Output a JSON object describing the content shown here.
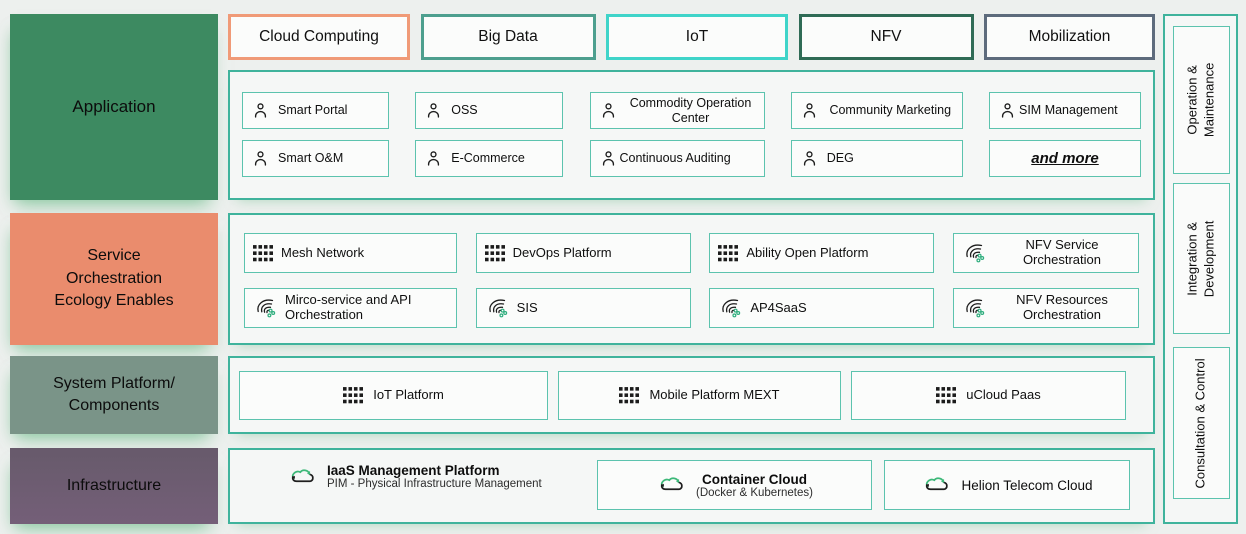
{
  "palette": {
    "container_border": "#3fb39c",
    "item_border": "#5cc3ae",
    "application_label_bg": "#3d8a61",
    "service_label_bg": "#ea8c6d",
    "system_label_bg": "#7a9488",
    "infrastructure_label_bg": "#6e5a71",
    "tag_cloud_computing_border": "#f09a77",
    "tag_big_data_border": "#4d9f8e",
    "tag_iot_border": "#3fd4c9",
    "tag_nfv_border": "#2f6b55",
    "tag_mobilization_border": "#5d6b7c",
    "icon_accent_green": "#2fae7e"
  },
  "icons": {
    "person-icon": "outlined head-and-shoulders user glyph",
    "grid-icon": "matrix of small black squares (platform glyph)",
    "stream-icon": "curved orchestration arcs with small green ring dots",
    "cloud-sync-icon": "cloud formed by green and black circular arrows"
  },
  "left_labels": {
    "application": {
      "lines": [
        "Application"
      ]
    },
    "service": {
      "lines": [
        "Service",
        "Orchestration",
        "Ecology Enables"
      ]
    },
    "system": {
      "lines": [
        "System Platform/",
        "Components"
      ]
    },
    "infrastructure": {
      "lines": [
        "Infrastructure"
      ]
    }
  },
  "top_tags": [
    {
      "label": "Cloud Computing"
    },
    {
      "label": "Big Data"
    },
    {
      "label": "IoT"
    },
    {
      "label": "NFV"
    },
    {
      "label": "Mobilization"
    }
  ],
  "application": {
    "items": [
      {
        "label": "Smart Portal",
        "icon": "person"
      },
      {
        "label": "OSS",
        "icon": "person"
      },
      {
        "label": "Commodity Operation Center",
        "icon": "person"
      },
      {
        "label": "Community Marketing",
        "icon": "person"
      },
      {
        "label": "SIM Management",
        "icon": "person"
      },
      {
        "label": "Smart O&M",
        "icon": "person"
      },
      {
        "label": "E-Commerce",
        "icon": "person"
      },
      {
        "label": "Continuous Auditing",
        "icon": "person"
      },
      {
        "label": "DEG",
        "icon": "person"
      },
      {
        "label": "and more",
        "icon": "none"
      }
    ]
  },
  "service": {
    "items": [
      {
        "label": "Mesh Network",
        "icon": "grid"
      },
      {
        "label": "DevOps Platform",
        "icon": "grid"
      },
      {
        "label": "Ability Open Platform",
        "icon": "grid"
      },
      {
        "label": "NFV Service Orchestration",
        "icon": "stream"
      },
      {
        "label": "Mirco-service and API Orchestration",
        "icon": "stream"
      },
      {
        "label": "SIS",
        "icon": "stream"
      },
      {
        "label": "AP4SaaS",
        "icon": "stream"
      },
      {
        "label": "NFV Resources Orchestration",
        "icon": "stream"
      }
    ]
  },
  "system": {
    "items": [
      {
        "label": "IoT Platform",
        "icon": "grid"
      },
      {
        "label": "Mobile Platform MEXT",
        "icon": "grid"
      },
      {
        "label": "uCloud Paas",
        "icon": "grid"
      }
    ]
  },
  "infrastructure": {
    "iaas": {
      "title": "IaaS Management Platform",
      "subtitle": "PIM - Physical Infrastructure Management",
      "icon": "cloud-sync"
    },
    "container_cloud": {
      "title": "Container Cloud",
      "subtitle": "(Docker & Kubernetes)",
      "icon": "cloud-sync"
    },
    "helion": {
      "title": "Helion Telecom Cloud",
      "icon": "cloud-sync"
    }
  },
  "sidebar": {
    "items": [
      {
        "line1": "Operation &",
        "line2": "Maintenance"
      },
      {
        "line1": "Integration &",
        "line2": "Development"
      },
      {
        "line1": "Consultation & Control",
        "line2": ""
      }
    ]
  }
}
